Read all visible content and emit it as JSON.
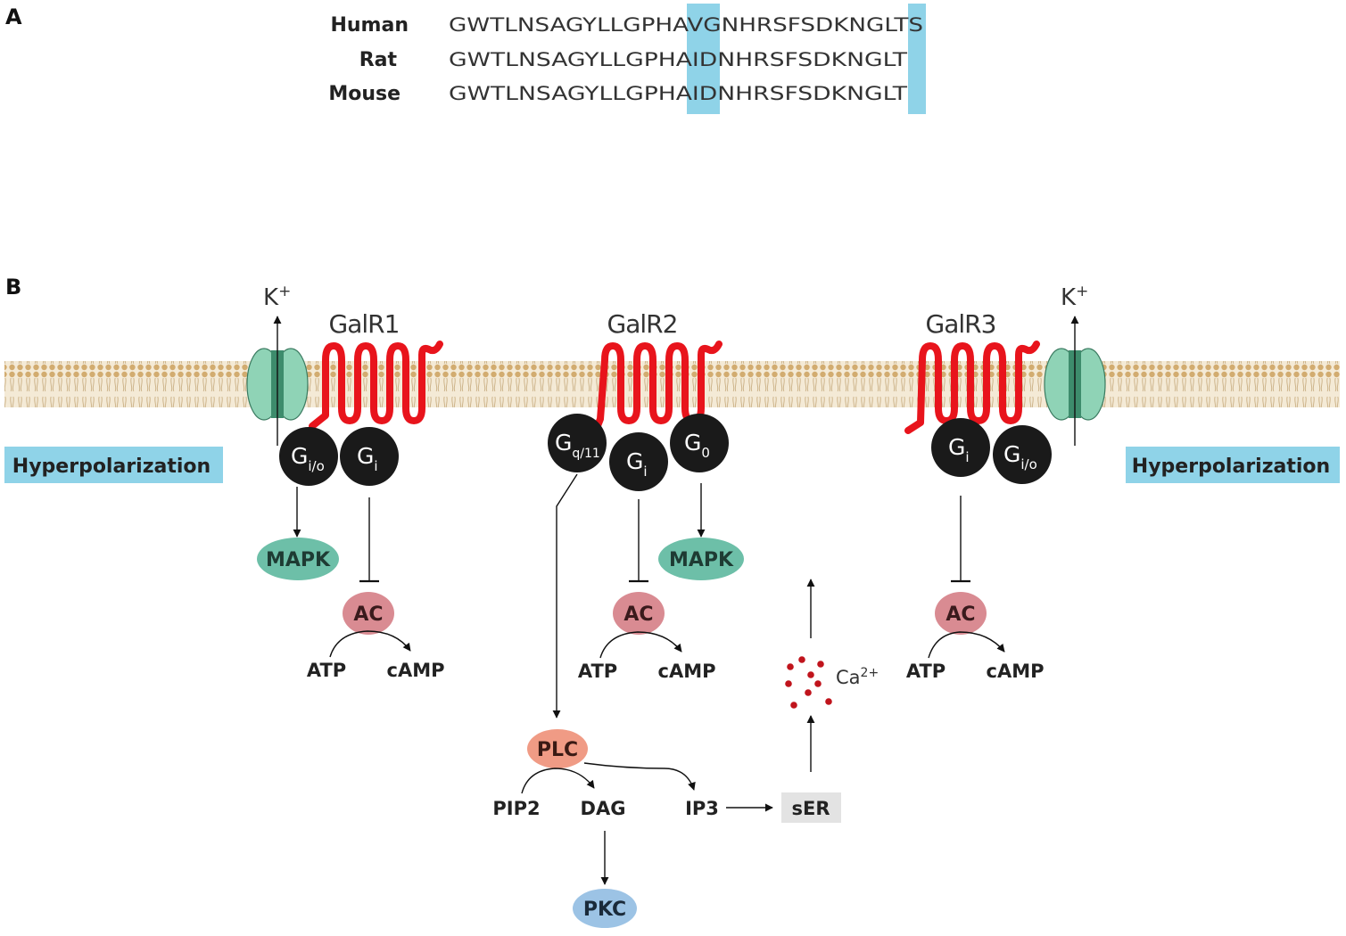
{
  "panel_a": {
    "label": "A",
    "species": [
      "Human",
      "Rat",
      "Mouse"
    ],
    "sequences": [
      [
        "GWTLNSAGYLLGPHA",
        "VG",
        "NHRSFSDKNGLT",
        "S"
      ],
      [
        "GWTLNSAGYLLGPHA",
        "ID",
        "NHRSFSDKNGLT",
        ""
      ],
      [
        "GWTLNSAGYLLGPHA",
        "ID",
        "NHRSFSDKNGLT",
        ""
      ]
    ],
    "highlight_color": "#8fd3e8"
  },
  "panel_b": {
    "label": "B",
    "potassium": {
      "base": "K",
      "sup": "+"
    },
    "receptors": [
      "GalR1",
      "GalR2",
      "GalR3"
    ],
    "hyperpolarization": "Hyperpolarization",
    "gproteins": {
      "gio": {
        "base": "G",
        "sub": "i/o"
      },
      "gi": {
        "base": "G",
        "sub": "i"
      },
      "gq11": {
        "base": "G",
        "sub": "q/11"
      },
      "g0": {
        "base": "G",
        "sub": "0"
      }
    },
    "mapk": "MAPK",
    "ac": "AC",
    "atp": "ATP",
    "camp": "cAMP",
    "plc": "PLC",
    "pip2": "PIP2",
    "dag": "DAG",
    "ip3": "IP3",
    "ser": "sER",
    "pkc": "PKC",
    "calcium": {
      "base": "Ca",
      "sup": "2+"
    }
  },
  "colors": {
    "receptor": "#e8141c",
    "gprotein": "#1a1a1a",
    "mapk": "#6dbfa8",
    "ac": "#d98b92",
    "plc": "#f09b85",
    "pkc": "#9cc3e5",
    "channel": "#8fd3b6",
    "membrane": "#d8bd8e",
    "hyperpolarization_box": "#8fd3e8",
    "ser_box": "#e3e3e3",
    "calcium_dots": "#c0141c"
  }
}
